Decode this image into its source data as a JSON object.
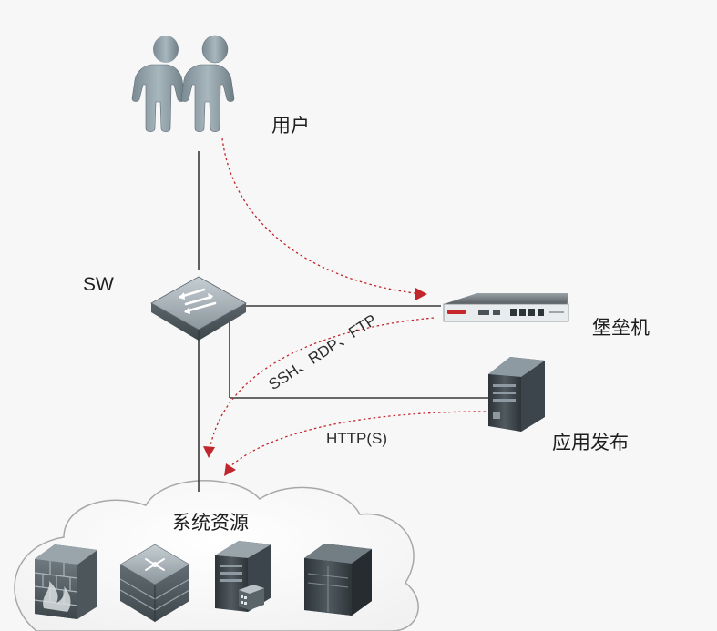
{
  "nodes": {
    "users": {
      "label": "用户",
      "icon": "users-icon"
    },
    "switch": {
      "label": "SW",
      "icon": "network-switch-icon"
    },
    "bastion_host": {
      "label": "堡垒机",
      "icon": "rack-appliance-icon"
    },
    "app_publishing": {
      "label": "应用发布",
      "icon": "tower-server-icon"
    },
    "system_resources": {
      "label": "系统资源",
      "icons": [
        "firewall-icon",
        "router-icon",
        "server-icon",
        "storage-icon"
      ]
    }
  },
  "flows": {
    "protocols": "SSH、RDP、FTP",
    "http": "HTTP(S)"
  },
  "colors": {
    "connection": "#3a3a3a",
    "flow_arrow": "#c0272d",
    "device_body": "#6e7a80",
    "device_dark": "#3f484d",
    "person": "#8a99a1",
    "cloud_stroke": "#a8a8a8"
  }
}
